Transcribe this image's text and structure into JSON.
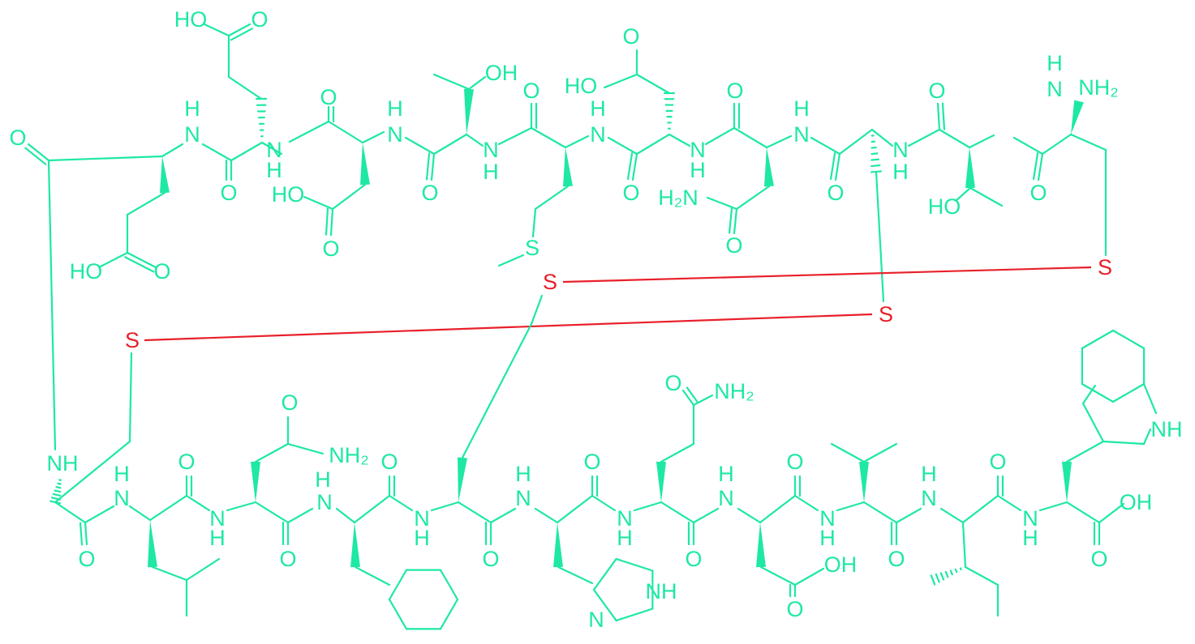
{
  "colors": {
    "structure": "#1ee8a4",
    "disulfide": "#e8202a",
    "background": "#ffffff"
  },
  "atom_labels": [
    "HO",
    "O",
    "O",
    "H",
    "N",
    "N",
    "H",
    "O",
    "O",
    "HO",
    "O",
    "H",
    "N",
    "OH",
    "O",
    "N",
    "H",
    "O",
    "HO",
    "O",
    "H",
    "N",
    "O",
    "N",
    "H",
    "H₂N",
    "O",
    "O",
    "H",
    "N",
    "O",
    "N",
    "H",
    "O",
    "H",
    "N",
    "NH₂",
    "O",
    "HO",
    "HO",
    "O",
    "S",
    "S",
    "S",
    "S",
    "S",
    "O",
    "NH₂",
    "O",
    "NH₂",
    "NH",
    "H",
    "N",
    "O",
    "N",
    "H",
    "O",
    "H",
    "N",
    "O",
    "N",
    "H",
    "O",
    "H",
    "N",
    "O",
    "N",
    "H",
    "O",
    "H",
    "N",
    "O",
    "N",
    "H",
    "OH",
    "O",
    "O",
    "H",
    "N",
    "O",
    "N",
    "H",
    "OH",
    "O",
    "NH",
    "N",
    "NH",
    "O"
  ]
}
